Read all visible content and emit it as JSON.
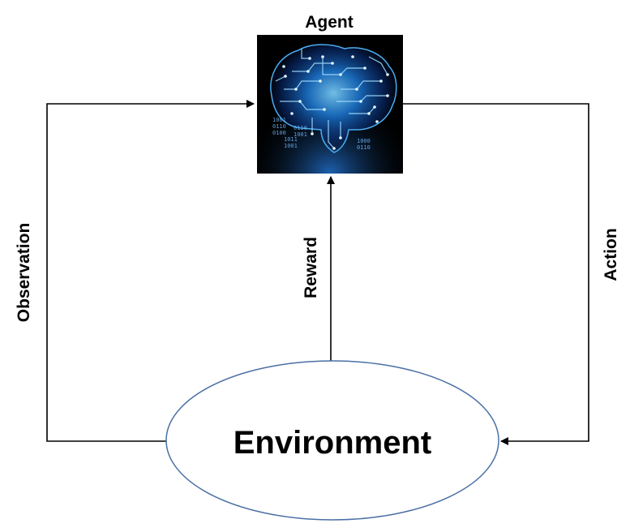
{
  "diagram": {
    "agent": {
      "label": "Agent",
      "icon": "circuit-brain-icon",
      "binary_text": [
        "1001",
        "0110",
        "0100",
        "1011",
        "1001",
        "0110",
        "1001",
        "1000",
        "0110"
      ]
    },
    "environment": {
      "label": "Environment",
      "stroke_color": "#4a6fa5"
    },
    "edges": {
      "observation": {
        "label": "Observation"
      },
      "reward": {
        "label": "Reward"
      },
      "action": {
        "label": "Action"
      }
    },
    "colors": {
      "line": "#000000",
      "agent_background": "#000000",
      "circuit_glow": "#1e90ff",
      "circuit_highlight": "#bfe6ff"
    }
  }
}
